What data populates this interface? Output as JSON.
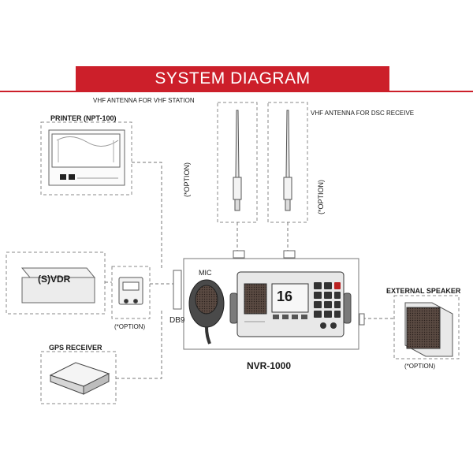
{
  "title": "SYSTEM DIAGRAM",
  "labels": {
    "printer": "PRINTER (NPT-100)",
    "vdr": "(S)VDR",
    "gps": "GPS RECEIVER",
    "vhf_antenna_station": "VHF ANTENNA FOR VHF STATION",
    "vhf_antenna_dsc": "VHF ANTENNA FOR DSC RECEIVE",
    "antenna_option_left": "(*OPTION)",
    "antenna_option_right": "(*OPTION)",
    "junction_option": "(*OPTION)",
    "db9": "DB9",
    "mic": "MIC",
    "main_unit": "NVR-1000",
    "channel": "16",
    "external_speaker": "EXTERNAL SPEAKER",
    "speaker_option": "(*OPTION)"
  },
  "colors": {
    "banner": "#cc1f2a",
    "text": "#1a1a1a",
    "line": "#777777"
  }
}
